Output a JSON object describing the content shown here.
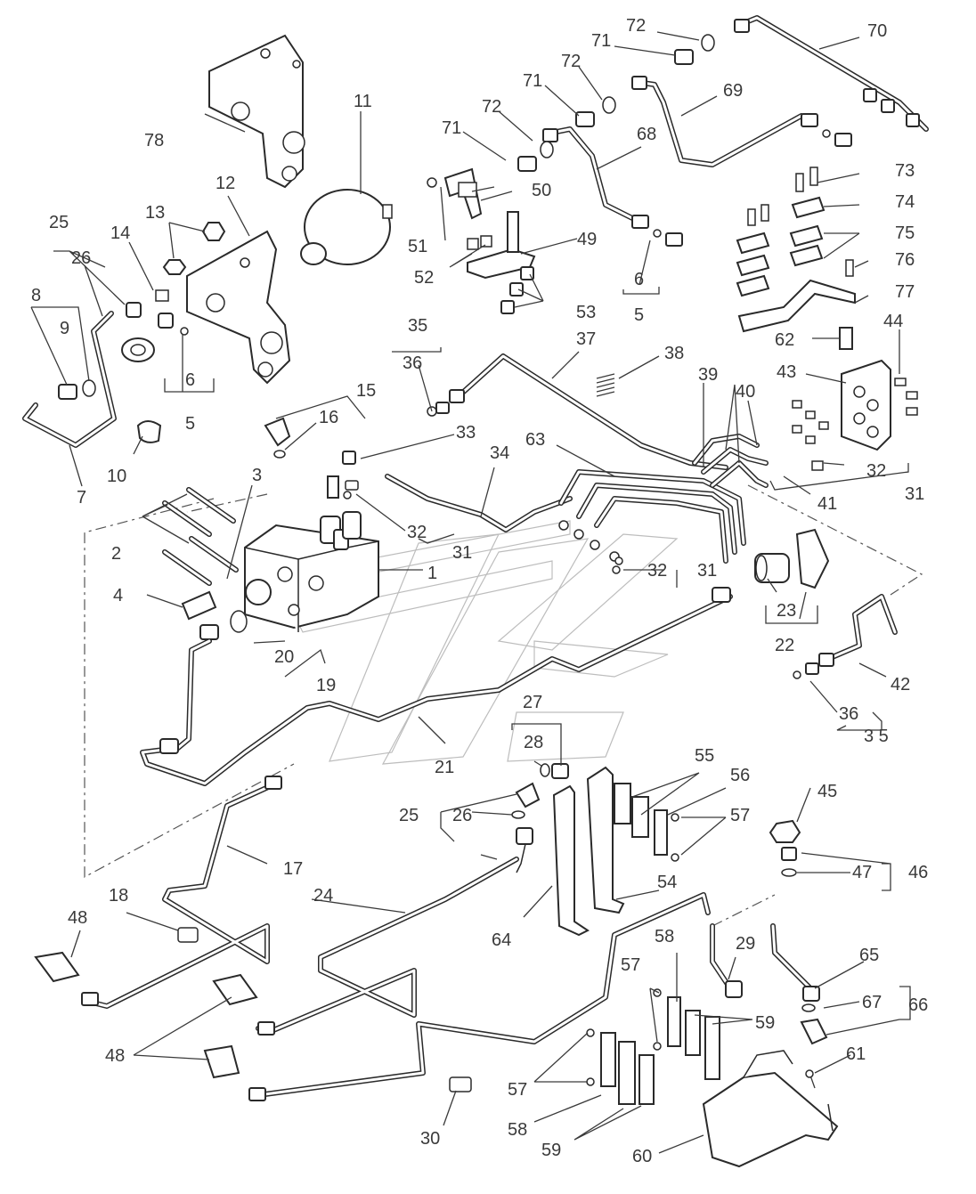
{
  "diagram": {
    "callouts": [
      {
        "id": "l1",
        "text": "1"
      },
      {
        "id": "l2",
        "text": "2"
      },
      {
        "id": "l3",
        "text": "3"
      },
      {
        "id": "l4",
        "text": "4"
      },
      {
        "id": "l5a",
        "text": "5"
      },
      {
        "id": "l5b",
        "text": "5"
      },
      {
        "id": "l6a",
        "text": "6"
      },
      {
        "id": "l6b",
        "text": "6"
      },
      {
        "id": "l7",
        "text": "7"
      },
      {
        "id": "l8",
        "text": "8"
      },
      {
        "id": "l9",
        "text": "9"
      },
      {
        "id": "l10",
        "text": "10"
      },
      {
        "id": "l11",
        "text": "11"
      },
      {
        "id": "l12",
        "text": "12"
      },
      {
        "id": "l13",
        "text": "13"
      },
      {
        "id": "l14",
        "text": "14"
      },
      {
        "id": "l15",
        "text": "15"
      },
      {
        "id": "l16",
        "text": "16"
      },
      {
        "id": "l17",
        "text": "17"
      },
      {
        "id": "l18",
        "text": "18"
      },
      {
        "id": "l19",
        "text": "19"
      },
      {
        "id": "l20",
        "text": "20"
      },
      {
        "id": "l21",
        "text": "21"
      },
      {
        "id": "l22",
        "text": "22"
      },
      {
        "id": "l23",
        "text": "23"
      },
      {
        "id": "l24",
        "text": "24"
      },
      {
        "id": "l25a",
        "text": "25"
      },
      {
        "id": "l25b",
        "text": "25"
      },
      {
        "id": "l26a",
        "text": "26"
      },
      {
        "id": "l26b",
        "text": "26"
      },
      {
        "id": "l27",
        "text": "27"
      },
      {
        "id": "l28",
        "text": "28"
      },
      {
        "id": "l29",
        "text": "29"
      },
      {
        "id": "l30",
        "text": "30"
      },
      {
        "id": "l31a",
        "text": "31"
      },
      {
        "id": "l31b",
        "text": "31"
      },
      {
        "id": "l31c",
        "text": "31"
      },
      {
        "id": "l32a",
        "text": "32"
      },
      {
        "id": "l32b",
        "text": "32"
      },
      {
        "id": "l32c",
        "text": "32"
      },
      {
        "id": "l33",
        "text": "33"
      },
      {
        "id": "l34",
        "text": "34"
      },
      {
        "id": "l35a",
        "text": "35"
      },
      {
        "id": "l35b",
        "text": "3 5"
      },
      {
        "id": "l36a",
        "text": "36"
      },
      {
        "id": "l36b",
        "text": "36"
      },
      {
        "id": "l37",
        "text": "37"
      },
      {
        "id": "l38",
        "text": "38"
      },
      {
        "id": "l39",
        "text": "39"
      },
      {
        "id": "l40",
        "text": "40"
      },
      {
        "id": "l41",
        "text": "41"
      },
      {
        "id": "l42",
        "text": "42"
      },
      {
        "id": "l43",
        "text": "43"
      },
      {
        "id": "l44",
        "text": "44"
      },
      {
        "id": "l45",
        "text": "45"
      },
      {
        "id": "l46",
        "text": "46"
      },
      {
        "id": "l47",
        "text": "47"
      },
      {
        "id": "l48a",
        "text": "48"
      },
      {
        "id": "l48b",
        "text": "48"
      },
      {
        "id": "l49",
        "text": "49"
      },
      {
        "id": "l50",
        "text": "50"
      },
      {
        "id": "l51",
        "text": "51"
      },
      {
        "id": "l52",
        "text": "52"
      },
      {
        "id": "l53",
        "text": "53"
      },
      {
        "id": "l54",
        "text": "54"
      },
      {
        "id": "l55",
        "text": "55"
      },
      {
        "id": "l56",
        "text": "56"
      },
      {
        "id": "l57a",
        "text": "57"
      },
      {
        "id": "l57b",
        "text": "57"
      },
      {
        "id": "l57c",
        "text": "57"
      },
      {
        "id": "l58a",
        "text": "58"
      },
      {
        "id": "l58b",
        "text": "58"
      },
      {
        "id": "l59a",
        "text": "59"
      },
      {
        "id": "l59b",
        "text": "59"
      },
      {
        "id": "l60",
        "text": "60"
      },
      {
        "id": "l61",
        "text": "61"
      },
      {
        "id": "l62",
        "text": "62"
      },
      {
        "id": "l63",
        "text": "63"
      },
      {
        "id": "l64",
        "text": "64"
      },
      {
        "id": "l65",
        "text": "65"
      },
      {
        "id": "l66",
        "text": "66"
      },
      {
        "id": "l67",
        "text": "67"
      },
      {
        "id": "l68",
        "text": "68"
      },
      {
        "id": "l69",
        "text": "69"
      },
      {
        "id": "l70",
        "text": "70"
      },
      {
        "id": "l71a",
        "text": "71"
      },
      {
        "id": "l71b",
        "text": "71"
      },
      {
        "id": "l71c",
        "text": "71"
      },
      {
        "id": "l72a",
        "text": "72"
      },
      {
        "id": "l72b",
        "text": "72"
      },
      {
        "id": "l72c",
        "text": "72"
      },
      {
        "id": "l73",
        "text": "73"
      },
      {
        "id": "l74",
        "text": "74"
      },
      {
        "id": "l75",
        "text": "75"
      },
      {
        "id": "l76",
        "text": "76"
      },
      {
        "id": "l77",
        "text": "77"
      },
      {
        "id": "l78",
        "text": "78"
      }
    ]
  }
}
